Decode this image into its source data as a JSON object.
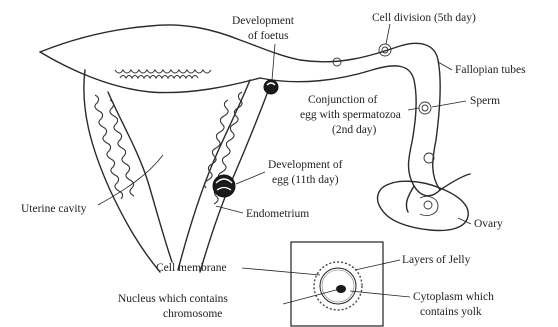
{
  "labels": {
    "development_of_foetus": [
      "Development",
      "of foetus"
    ],
    "cell_division": "Cell division (5th day)",
    "fallopian_tubes": "Fallopian tubes",
    "conjunction": [
      "Conjunction of",
      "egg with spermatozoa",
      "(2nd day)"
    ],
    "sperm": "Sperm",
    "development_of_egg": [
      "Development of",
      "egg (11th day)"
    ],
    "uterine_cavity": "Uterine cavity",
    "endometrium": "Endometrium",
    "ovary": "Ovary",
    "cell_membrane": "Cell membrane",
    "layers_of_jelly": "Layers of Jelly",
    "nucleus": [
      "Nucleus which contains",
      "chromosome"
    ],
    "cytoplasm": [
      "Cytoplasm which",
      "contains yolk"
    ]
  }
}
